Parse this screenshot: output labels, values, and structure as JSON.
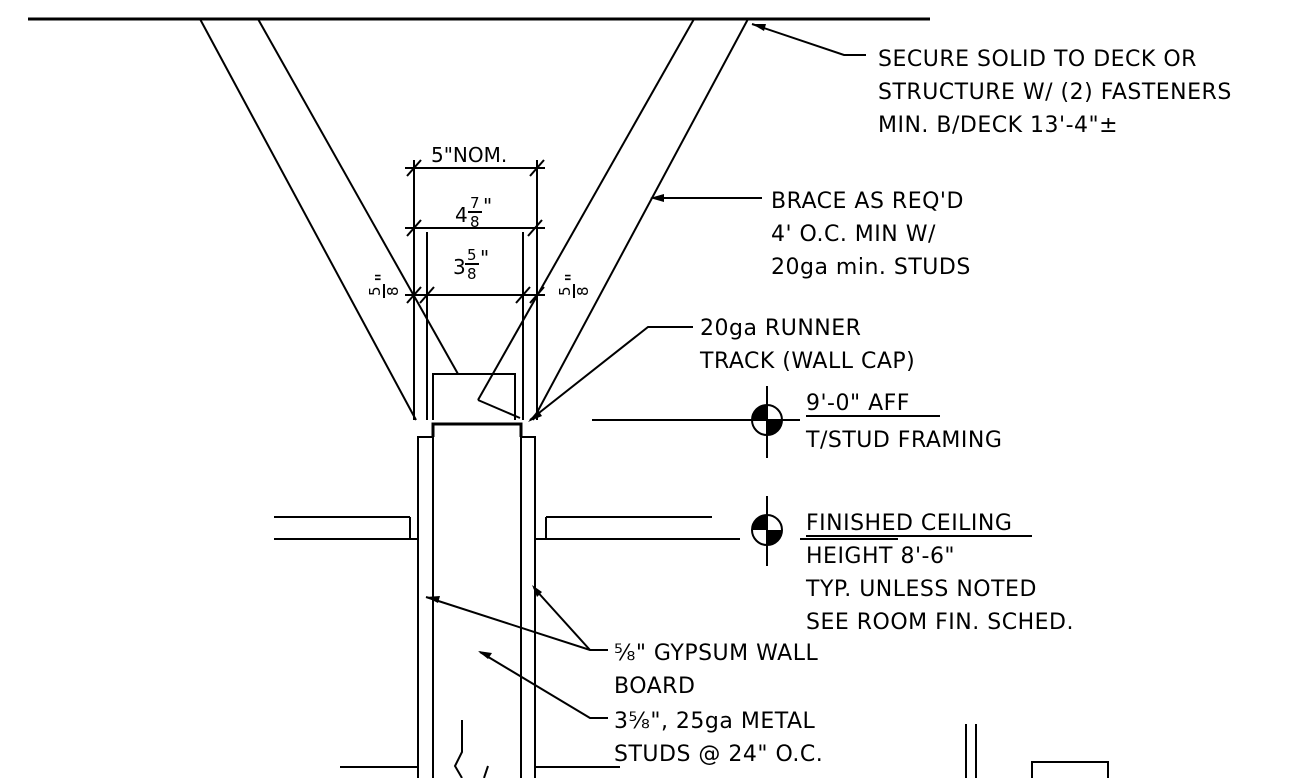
{
  "notes": {
    "deck_attachment": [
      "SECURE SOLID TO  DECK OR",
      "STRUCTURE W/ (2) FASTENERS",
      "MIN. B/DECK 13'-4\"±"
    ],
    "brace": [
      "BRACE AS REQ'D",
      "4' O.C. MIN W/",
      "20ga min. STUDS"
    ],
    "runner_track": [
      "20ga RUNNER",
      "TRACK (WALL CAP)"
    ],
    "stud_framing_level": {
      "top": "9'-0\" AFF",
      "bottom": "T/STUD FRAMING"
    },
    "ceiling_level": {
      "top": "FINISHED CEILING",
      "lines": [
        "HEIGHT 8'-6\"",
        "TYP. UNLESS NOTED",
        "SEE ROOM FIN. SCHED."
      ]
    },
    "gypsum": [
      "⅝\" GYPSUM WALL",
      "BOARD"
    ],
    "studs": [
      "3⅝\", 25ga METAL",
      "STUDS @ 24\" O.C."
    ]
  },
  "dimensions": {
    "nominal": "5\"NOM.",
    "overall": {
      "whole": "4",
      "num": "7",
      "den": "8",
      "unit": "\""
    },
    "stud": {
      "whole": "3",
      "num": "5",
      "den": "8",
      "unit": "\""
    },
    "board": {
      "num": "5",
      "den": "8",
      "unit": "\""
    }
  }
}
